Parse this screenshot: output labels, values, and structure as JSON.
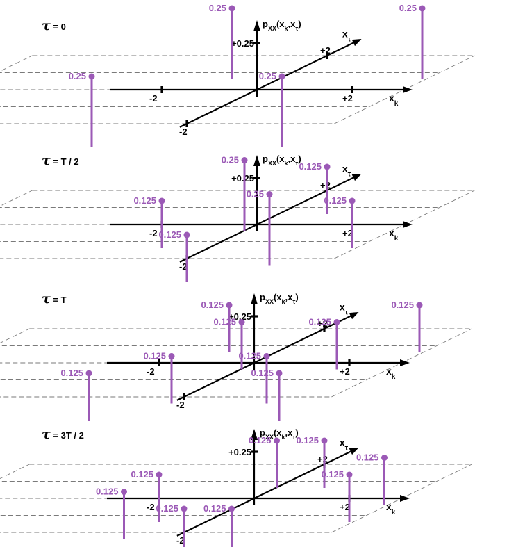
{
  "colors": {
    "stem": "#9b59b6",
    "axis": "#000000",
    "grid": "#7a7a7a"
  },
  "axis_labels": {
    "pdf": "p",
    "pdf_sub": "XX",
    "pdf_args_a": "(x",
    "pdf_args_k": "k",
    "pdf_args_b": ",x",
    "pdf_args_t": "τ",
    "pdf_args_c": ")",
    "xk": "x",
    "xk_sub": "k",
    "xt": "x",
    "xt_sub": "τ",
    "ytick": "+0.25",
    "xk_pos": "+2",
    "xk_neg": "-2",
    "xt_pos": "+2",
    "xt_neg": "-2"
  },
  "panels": [
    {
      "tau_symbol": "τ",
      "tau_value": "= 0",
      "points": [
        {
          "xk": -2,
          "xt": -2,
          "p": 0.25,
          "label": "0.25"
        },
        {
          "xk": -2,
          "xt": 2,
          "p": 0.25,
          "label": "0.25"
        },
        {
          "xk": 2,
          "xt": -2,
          "p": 0.25,
          "label": "0.25"
        },
        {
          "xk": 2,
          "xt": 2,
          "p": 0.25,
          "label": "0.25"
        }
      ]
    },
    {
      "tau_symbol": "τ",
      "tau_value": "= T / 2",
      "points": [
        {
          "xk": -2,
          "xt": 0,
          "p": 0.125,
          "label": "0.125"
        },
        {
          "xk": 0,
          "xt": 2,
          "p": 0.125,
          "label": "0.125"
        },
        {
          "xk": 0,
          "xt": -2,
          "p": 0.125,
          "label": "0.125"
        },
        {
          "xk": 2,
          "xt": 0,
          "p": 0.125,
          "label": "0.125"
        },
        {
          "xk": -1,
          "xt": 1,
          "p": 0.25,
          "label": "0.25"
        },
        {
          "xk": 1,
          "xt": -1,
          "p": 0.25,
          "label": "0.25"
        }
      ]
    },
    {
      "tau_symbol": "τ",
      "tau_value": "= T",
      "points": [
        {
          "xk": -2,
          "xt": -2,
          "p": 0.125,
          "label": "0.125"
        },
        {
          "xk": -2,
          "xt": 2,
          "p": 0.125,
          "label": "0.125"
        },
        {
          "xk": 2,
          "xt": -2,
          "p": 0.125,
          "label": "0.125"
        },
        {
          "xk": 2,
          "xt": 2,
          "p": 0.125,
          "label": "0.125"
        },
        {
          "xk": -1,
          "xt": 1,
          "p": 0.125,
          "label": "0.125"
        },
        {
          "xk": 1,
          "xt": -1,
          "p": 0.125,
          "label": "0.125"
        },
        {
          "xk": -1,
          "xt": -1,
          "p": 0.125,
          "label": "0.125"
        },
        {
          "xk": 1,
          "xt": 1,
          "p": 0.125,
          "label": "0.125"
        }
      ]
    },
    {
      "tau_symbol": "τ",
      "tau_value": "= 3T / 2",
      "points": [
        {
          "xk": -2,
          "xt": 0,
          "p": 0.125,
          "label": "0.125"
        },
        {
          "xk": -2,
          "xt": -1,
          "p": 0.125,
          "label": "0.125"
        },
        {
          "xk": 2,
          "xt": 0,
          "p": 0.125,
          "label": "0.125"
        },
        {
          "xk": 2,
          "xt": 1,
          "p": 0.125,
          "label": "0.125"
        },
        {
          "xk": -1,
          "xt": 2,
          "p": 0.125,
          "label": "0.125"
        },
        {
          "xk": 0,
          "xt": 2,
          "p": 0.125,
          "label": "0.125"
        },
        {
          "xk": 0,
          "xt": -2,
          "p": 0.125,
          "label": "0.125"
        },
        {
          "xk": 1,
          "xt": -2,
          "p": 0.125,
          "label": "0.125"
        }
      ]
    }
  ]
}
